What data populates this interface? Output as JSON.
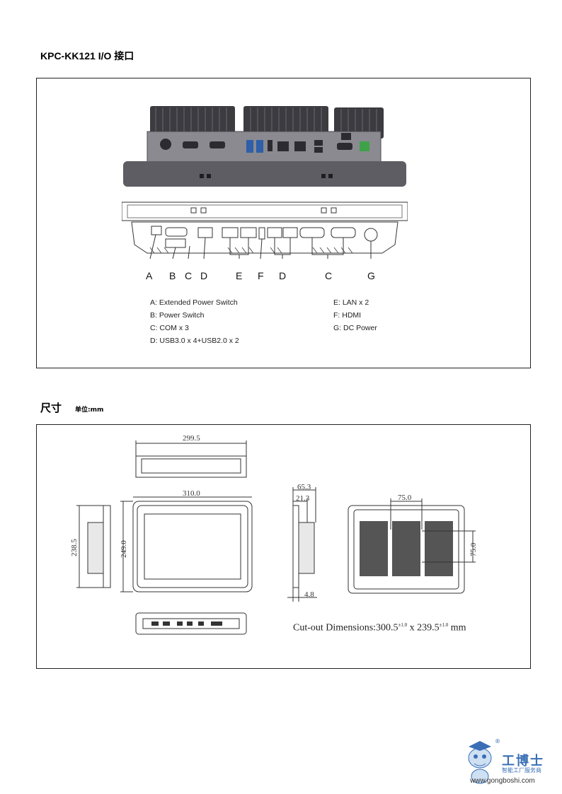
{
  "section1": {
    "title": "KPC-KK121 I/O 接口"
  },
  "io_diagram": {
    "port_letters": [
      "A",
      "B",
      "C",
      "D",
      "E",
      "F",
      "D",
      "C",
      "G"
    ],
    "legend_left": [
      "A: Extended Power Switch",
      "B: Power Switch",
      "C: COM x 3",
      "D: USB3.0 x 4+USB2.0 x 2"
    ],
    "legend_right": [
      "E: LAN x 2",
      "F: HDMI",
      "G: DC Power"
    ]
  },
  "section2": {
    "title": "尺寸",
    "unit": "单位:mm"
  },
  "dimensions": {
    "top_width": "299.5",
    "front_width": "310.0",
    "front_height": "249.0",
    "side_height": "238.5",
    "side_depth": "65.3",
    "side_frame": "21.3",
    "side_bezel": "4.8",
    "vesa_h": "75.0",
    "vesa_v": "75.0",
    "cutout_label": "Cut-out Dimensions:300.5",
    "cutout_tol1": "±1.0",
    "cutout_mid": " x 239.5",
    "cutout_tol2": "±1.0",
    "cutout_unit": " mm"
  },
  "watermark": {
    "brand": "工博士",
    "tagline": "智能工厂服务商",
    "url": "www.gongboshi.com",
    "registered": "®"
  },
  "colors": {
    "chassis": "#5d5d63",
    "fins": "#3b3b40",
    "panel": "#7a7a80",
    "logo": "#3a6fb5"
  }
}
